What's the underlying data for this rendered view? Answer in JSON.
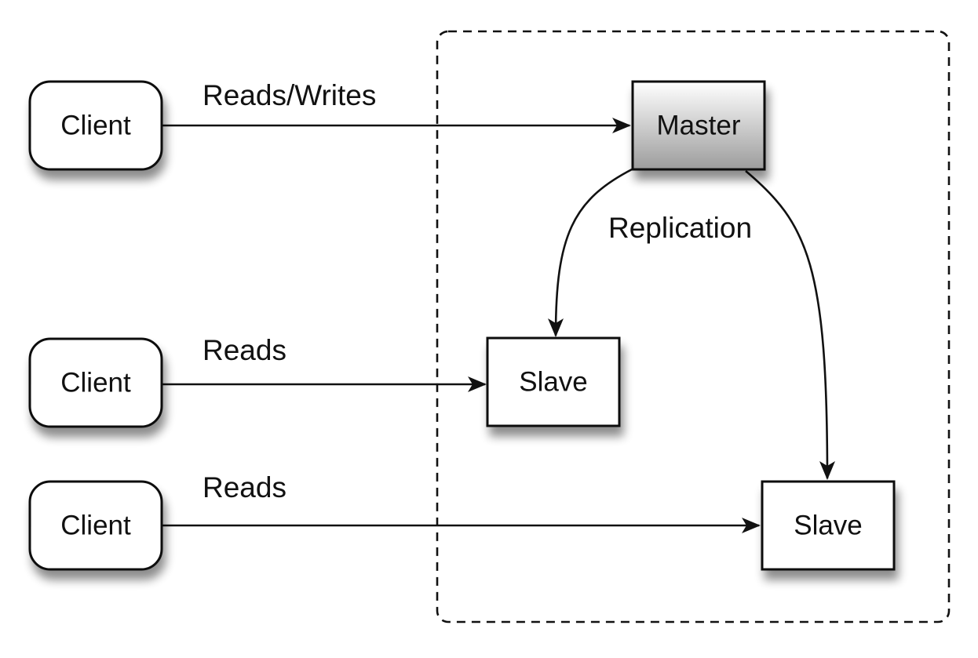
{
  "diagram": {
    "clients": [
      {
        "label": "Client"
      },
      {
        "label": "Client"
      },
      {
        "label": "Client"
      }
    ],
    "master": {
      "label": "Master"
    },
    "slaves": [
      {
        "label": "Slave"
      },
      {
        "label": "Slave"
      }
    ],
    "edge_labels": {
      "client1_to_master": "Reads/Writes",
      "client2_to_slave1": "Reads",
      "client3_to_slave2": "Reads",
      "replication": "Replication"
    }
  }
}
